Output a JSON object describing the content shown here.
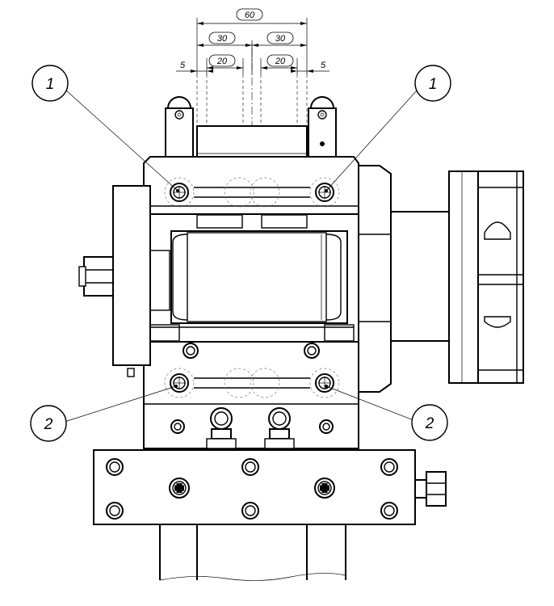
{
  "dimensions": {
    "overall": "60",
    "left_half": "30",
    "right_half": "30",
    "left_inner": "20",
    "right_inner": "20",
    "left_offset": "5",
    "right_offset": "5"
  },
  "balloons": {
    "top_left": "1",
    "top_right": "1",
    "bottom_left": "2",
    "bottom_right": "2"
  }
}
